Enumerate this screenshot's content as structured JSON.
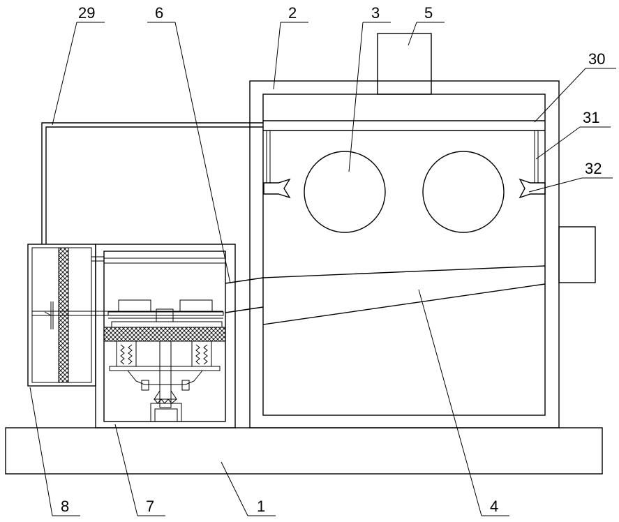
{
  "labels": {
    "l1": "1",
    "l2": "2",
    "l3": "3",
    "l4": "4",
    "l5": "5",
    "l6": "6",
    "l7": "7",
    "l8": "8",
    "l29": "29",
    "l30": "30",
    "l31": "31",
    "l32": "32"
  },
  "colors": {
    "stroke": "#000000",
    "background": "#ffffff"
  }
}
